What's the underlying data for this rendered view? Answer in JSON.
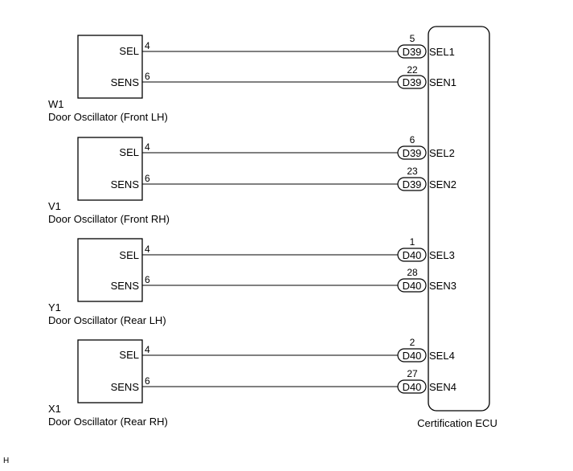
{
  "ecu": {
    "name": "Certification ECU"
  },
  "oscillators": [
    {
      "code": "W1",
      "name": "Door Oscillator (Front LH)",
      "sel": {
        "label": "SEL",
        "pin": "4",
        "connector": "D39",
        "ecu_pin": "5",
        "ecu_label": "SEL1"
      },
      "sens": {
        "label": "SENS",
        "pin": "6",
        "connector": "D39",
        "ecu_pin": "22",
        "ecu_label": "SEN1"
      }
    },
    {
      "code": "V1",
      "name": "Door Oscillator (Front RH)",
      "sel": {
        "label": "SEL",
        "pin": "4",
        "connector": "D39",
        "ecu_pin": "6",
        "ecu_label": "SEL2"
      },
      "sens": {
        "label": "SENS",
        "pin": "6",
        "connector": "D39",
        "ecu_pin": "23",
        "ecu_label": "SEN2"
      }
    },
    {
      "code": "Y1",
      "name": "Door Oscillator (Rear LH)",
      "sel": {
        "label": "SEL",
        "pin": "4",
        "connector": "D40",
        "ecu_pin": "1",
        "ecu_label": "SEL3"
      },
      "sens": {
        "label": "SENS",
        "pin": "6",
        "connector": "D40",
        "ecu_pin": "28",
        "ecu_label": "SEN3"
      }
    },
    {
      "code": "X1",
      "name": "Door Oscillator (Rear RH)",
      "sel": {
        "label": "SEL",
        "pin": "4",
        "connector": "D40",
        "ecu_pin": "2",
        "ecu_label": "SEL4"
      },
      "sens": {
        "label": "SENS",
        "pin": "6",
        "connector": "D40",
        "ecu_pin": "27",
        "ecu_label": "SEN4"
      }
    }
  ],
  "corner_mark": "H"
}
